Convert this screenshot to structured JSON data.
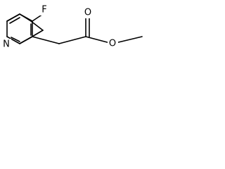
{
  "molecule": {
    "atoms": {
      "fluorine": "F",
      "pyridine_nitrogen": "N",
      "carbonyl_oxygen": "O",
      "ester_oxygen": "O"
    }
  }
}
